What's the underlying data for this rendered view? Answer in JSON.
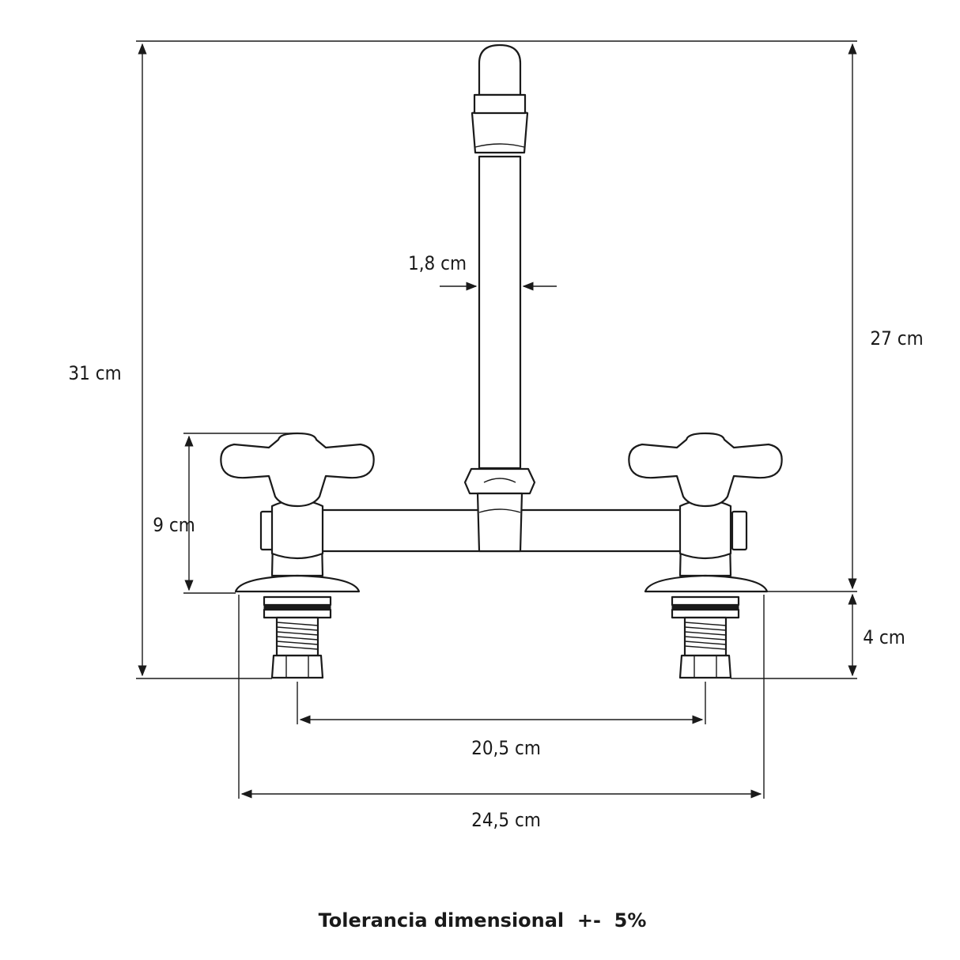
{
  "dimensions": {
    "total_height": "31 cm",
    "spout_height": "27 cm",
    "spout_diameter": "1,8 cm",
    "handle_height": "9 cm",
    "shank_length": "4 cm",
    "center_distance": "20,5 cm",
    "overall_width": "24,5 cm"
  },
  "footer": {
    "tolerance_note": "Tolerancia dimensional  +-  5%"
  }
}
